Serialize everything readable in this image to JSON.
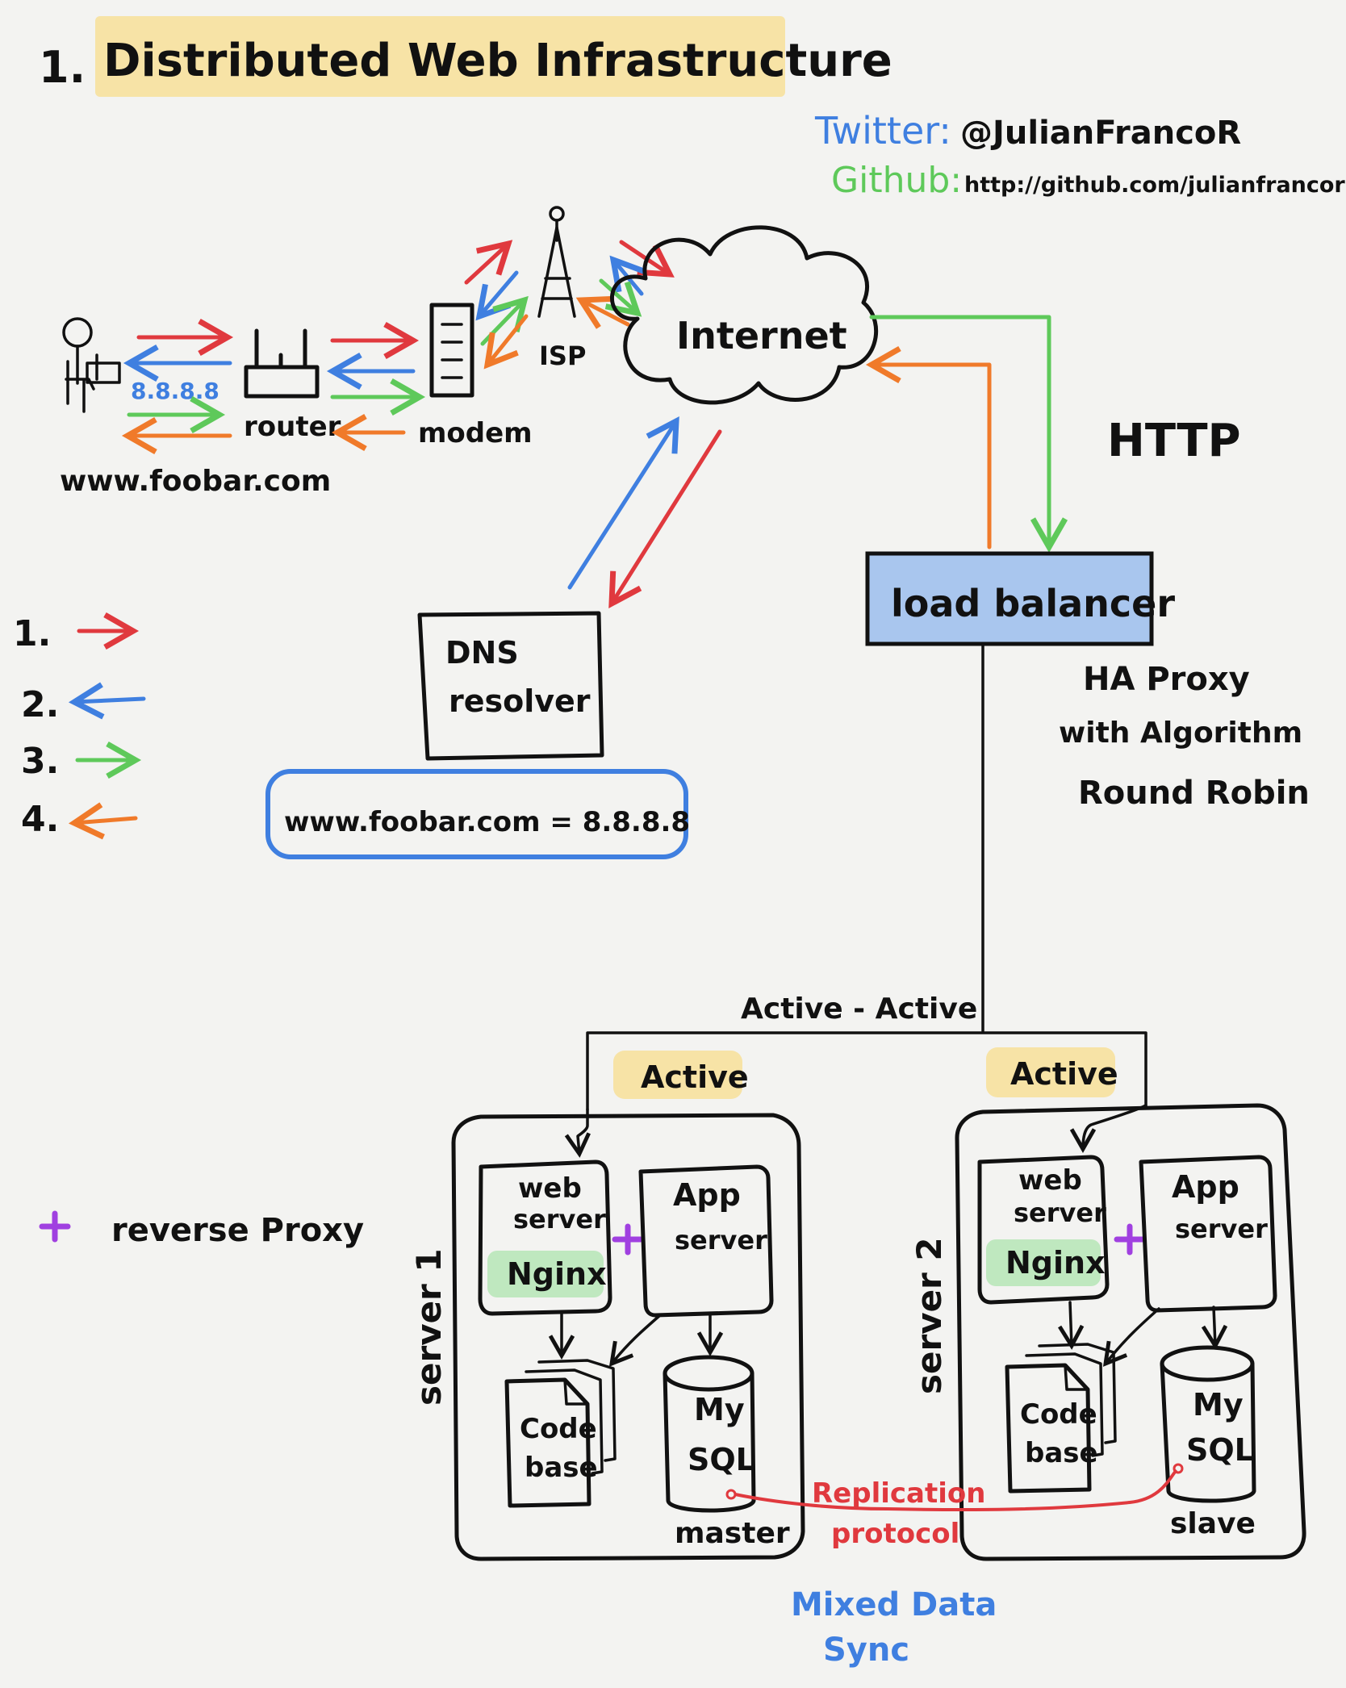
{
  "title": {
    "number": "1.",
    "text": "Distributed Web Infrastructure"
  },
  "social": {
    "twitter_label": "Twitter:",
    "twitter_handle": "@JulianFrancoR",
    "github_label": "Github:",
    "github_url": "http://github.com/julianfrancor"
  },
  "client": {
    "ip": "8.8.8.8",
    "domain": "www.foobar.com"
  },
  "network": {
    "router": "router",
    "modem": "modem",
    "isp": "ISP",
    "internet": "Internet",
    "protocol": "HTTP"
  },
  "dns": {
    "line1": "DNS",
    "line2": "resolver",
    "record": "www.foobar.com = 8.8.8.8"
  },
  "legend": {
    "items": [
      {
        "label": "1.",
        "color": "#e0393e"
      },
      {
        "label": "2.",
        "color": "#3f7fe0"
      },
      {
        "label": "3.",
        "color": "#5ec95a"
      },
      {
        "label": "4.",
        "color": "#f07a2a"
      }
    ],
    "reverse_proxy": "reverse Proxy",
    "reverse_proxy_color": "#a040e0"
  },
  "load_balancer": {
    "label": "load balancer",
    "info1": "HA Proxy",
    "info2": "with Algorithm",
    "info3": "Round Robin"
  },
  "cluster": {
    "mode": "Active - Active"
  },
  "servers": [
    {
      "name": "server 1",
      "status": "Active",
      "web1": "web",
      "web2": "server",
      "nginx": "Nginx",
      "app1": "App",
      "app2": "server",
      "code1": "Code",
      "code2": "base",
      "db1": "My",
      "db2": "SQL",
      "role": "master"
    },
    {
      "name": "server 2",
      "status": "Active",
      "web1": "web",
      "web2": "server",
      "nginx": "Nginx",
      "app1": "App",
      "app2": "server",
      "code1": "Code",
      "code2": "base",
      "db1": "My",
      "db2": "SQL",
      "role": "slave"
    }
  ],
  "replication": {
    "line1": "Replication",
    "line2": "protocol",
    "color": "#e0393e"
  },
  "sync": {
    "line1": "Mixed Data",
    "line2": "Sync"
  },
  "colors": {
    "red": "#e0393e",
    "blue": "#3f7fe0",
    "green": "#5ec95a",
    "orange": "#f07a2a",
    "purple": "#a040e0",
    "highlight_yellow": "#f7e3a6",
    "nginx_green": "#bfe8bf",
    "lb_fill": "#a9c6ee"
  }
}
